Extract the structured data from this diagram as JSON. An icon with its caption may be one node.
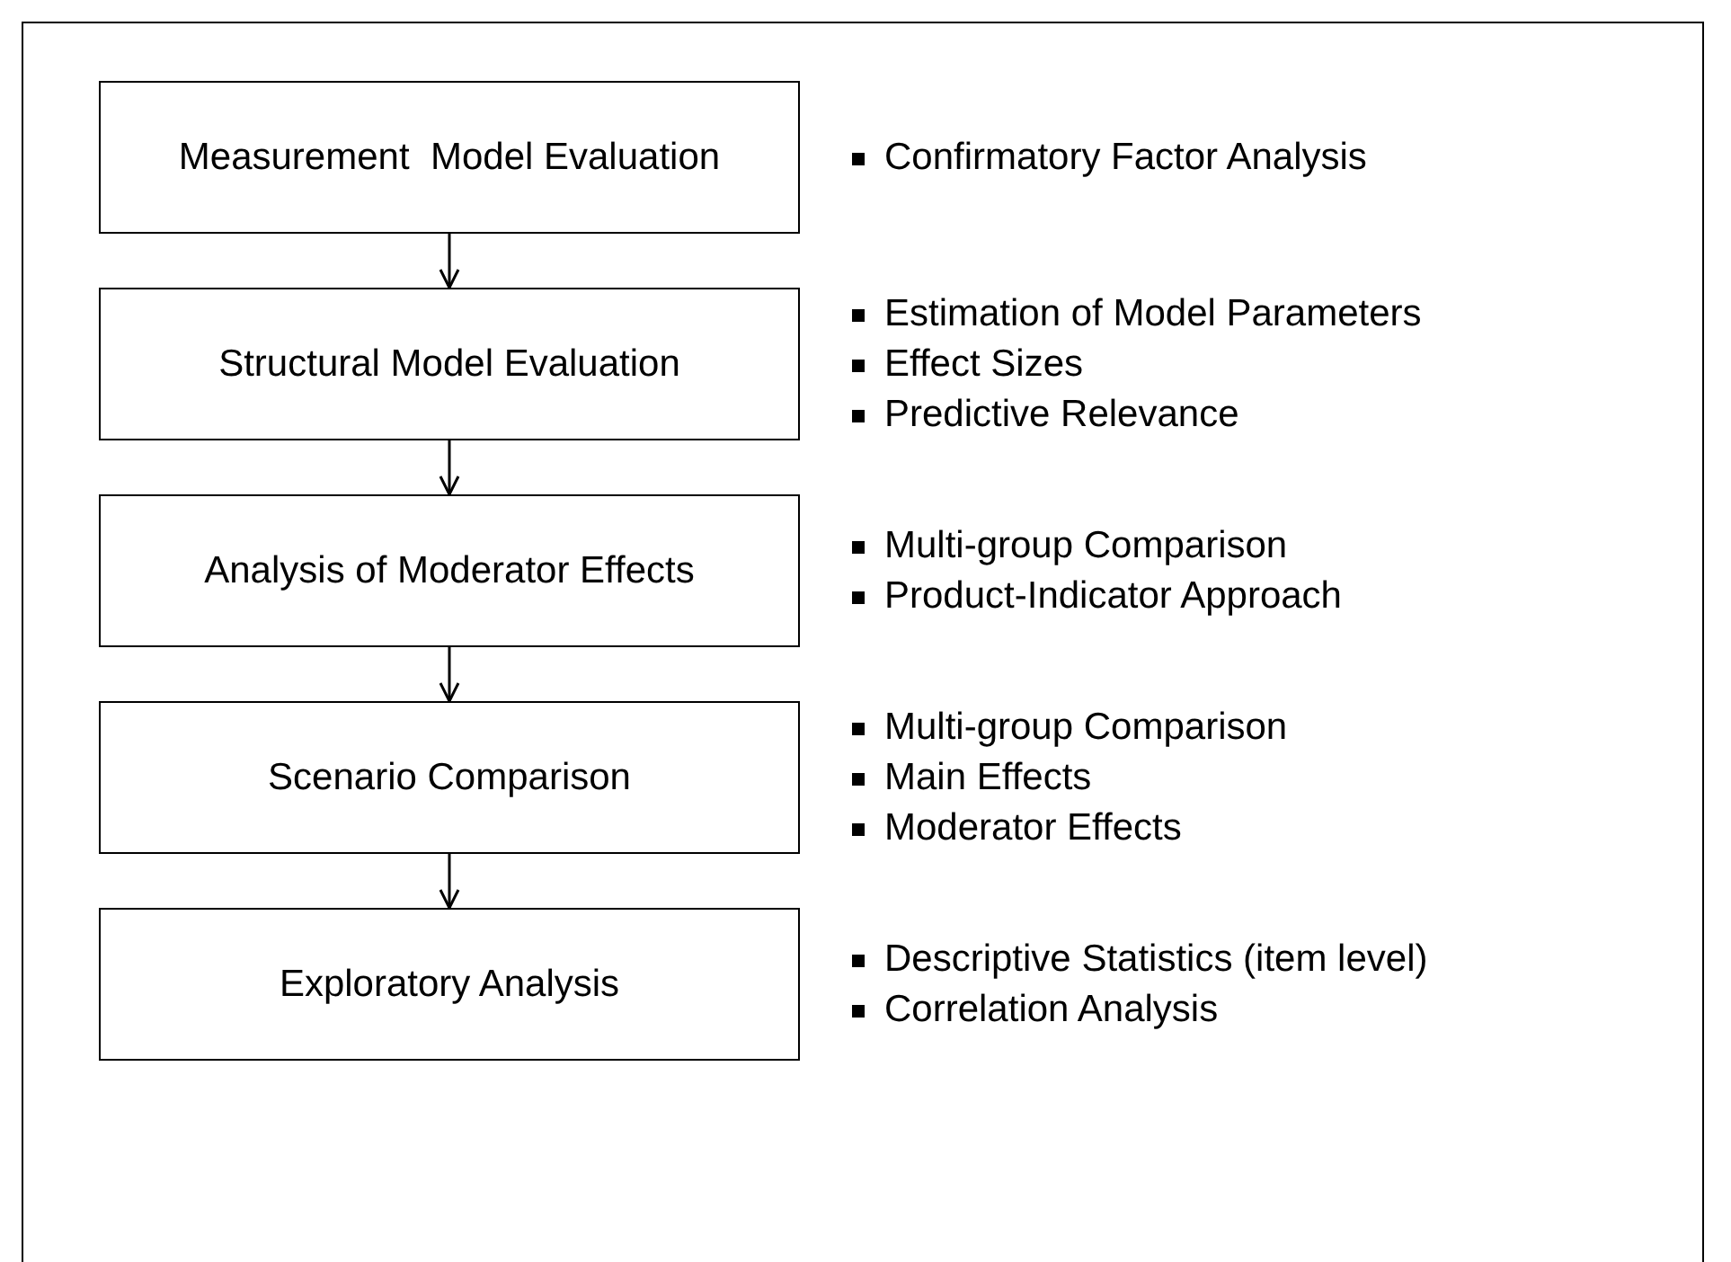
{
  "diagram": {
    "nodes": [
      {
        "text": [
          "Measurement  Model Evaluation"
        ],
        "beside": [
          "Confirmatory Factor Analysis"
        ]
      },
      {
        "text": [
          "Structural Model Evaluation"
        ],
        "beside": [
          "Estimation of Model Parameters",
          "Effect Sizes",
          "Predictive Relevance"
        ]
      },
      {
        "text": [
          "Analysis of Moderator Effects"
        ],
        "beside": [
          "Multi-group Comparison",
          "Product-Indicator Approach"
        ]
      },
      {
        "text": [
          "Scenario Comparison"
        ],
        "beside": [
          "Multi-group Comparison",
          "Main Effects",
          "Moderator Effects"
        ]
      },
      {
        "text": [
          "Exploratory Analysis"
        ],
        "beside": [
          "Descriptive Statistics (item level)",
          "Correlation Analysis"
        ]
      }
    ],
    "edges": [
      {
        "from": 0,
        "to": 1,
        "arrow": "to"
      },
      {
        "from": 1,
        "to": 2,
        "arrow": "to"
      },
      {
        "from": 2,
        "to": 3,
        "arrow": "to"
      },
      {
        "from": 3,
        "to": 4,
        "arrow": "to"
      }
    ]
  }
}
